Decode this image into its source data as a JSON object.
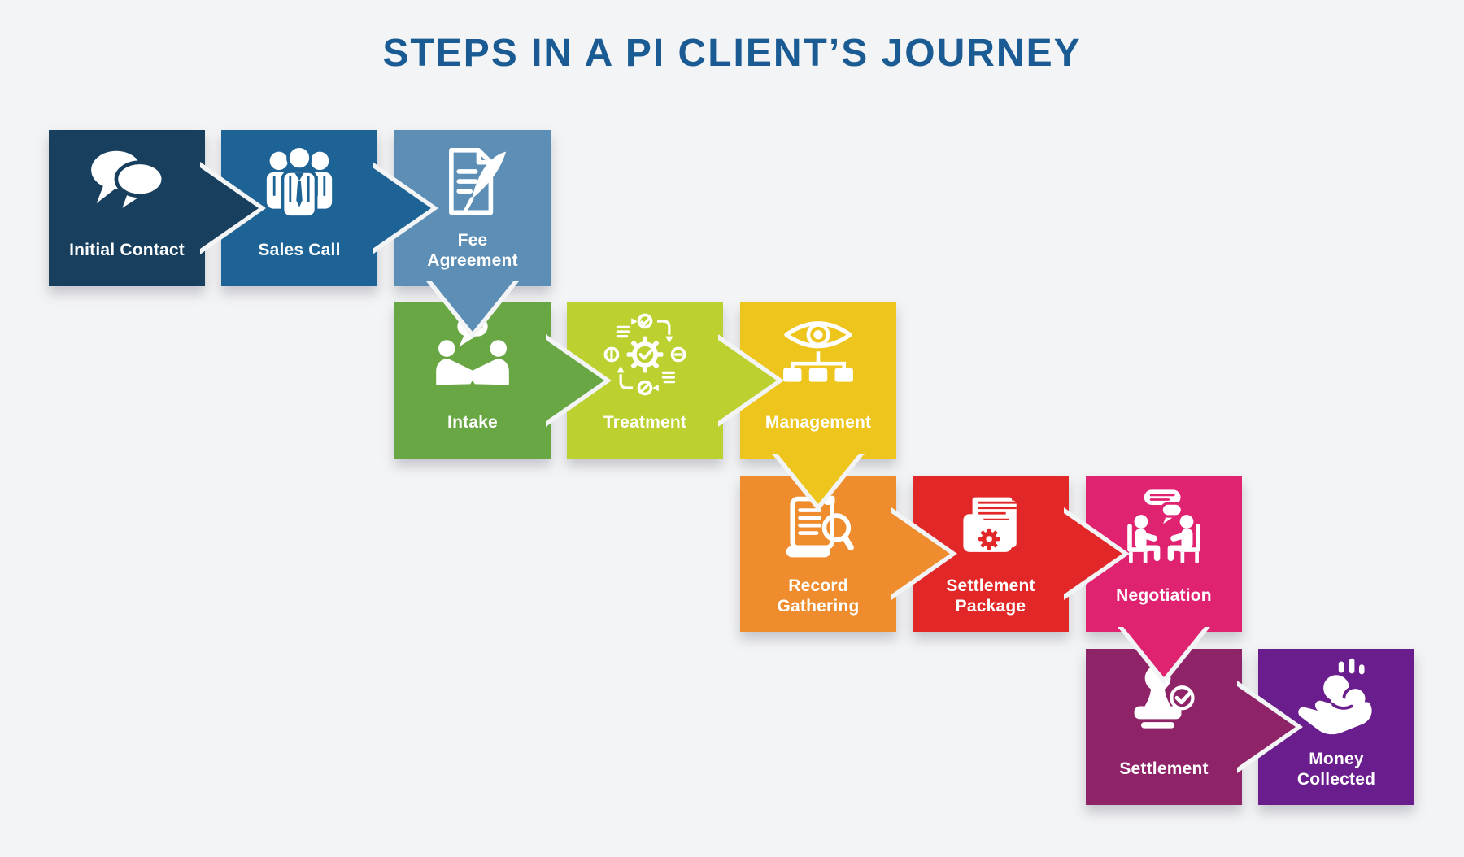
{
  "title": "STEPS IN A PI CLIENT’S JOURNEY",
  "colors": {
    "background": "#f3f4f5",
    "title": "#1a5b94"
  },
  "steps": [
    {
      "label": "Initial Contact",
      "color": "#183f5e",
      "icon": "speech-bubbles-icon",
      "arrow": "right"
    },
    {
      "label": "Sales Call",
      "color": "#1e6396",
      "icon": "team-icon",
      "arrow": "right"
    },
    {
      "label": "Fee\nAgreement",
      "color": "#5d8eb5",
      "icon": "document-quill-icon",
      "arrow": "down"
    },
    {
      "label": "Intake",
      "color": "#69a745",
      "icon": "handshake-icon",
      "arrow": "right"
    },
    {
      "label": "Treatment",
      "color": "#bcd02f",
      "icon": "process-gear-icon",
      "arrow": "right"
    },
    {
      "label": "Management",
      "color": "#eec51c",
      "icon": "eye-hierarchy-icon",
      "arrow": "down"
    },
    {
      "label": "Record\nGathering",
      "color": "#ee8c2e",
      "icon": "document-search-icon",
      "arrow": "right"
    },
    {
      "label": "Settlement\nPackage",
      "color": "#e12727",
      "icon": "folder-gear-icon",
      "arrow": "right"
    },
    {
      "label": "Negotiation",
      "color": "#e02371",
      "icon": "discussion-icon",
      "arrow": "down"
    },
    {
      "label": "Settlement",
      "color": "#8f2368",
      "icon": "stamp-approved-icon",
      "arrow": "right"
    },
    {
      "label": "Money\nCollected",
      "color": "#6a1d8c",
      "icon": "hand-coins-icon",
      "arrow": "none"
    }
  ]
}
